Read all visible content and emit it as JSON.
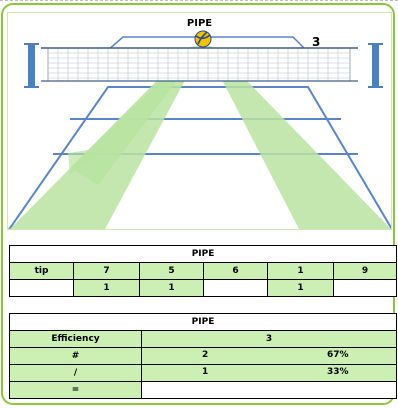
{
  "court": {
    "title": "PIPE",
    "rotation": "3"
  },
  "distribution_table": {
    "title": "PIPE",
    "header": [
      "tip",
      "7",
      "5",
      "6",
      "1",
      "9"
    ],
    "counts": [
      "",
      "1",
      "1",
      "",
      "1",
      ""
    ]
  },
  "efficiency_table": {
    "title": "PIPE",
    "efficiency_label": "Efficiency",
    "efficiency_value": "3",
    "rows": [
      {
        "symbol": "#",
        "count": "2",
        "percent": "67%"
      },
      {
        "symbol": "/",
        "count": "1",
        "percent": "33%"
      },
      {
        "symbol": "=",
        "count": "",
        "percent": ""
      }
    ]
  },
  "colors": {
    "frame": "#8cc63f",
    "cell_green": "#ccf0b4",
    "court_line": "#5a86c8",
    "attack_cone": "#b9e3a0",
    "pole": "#4a7fc0"
  }
}
